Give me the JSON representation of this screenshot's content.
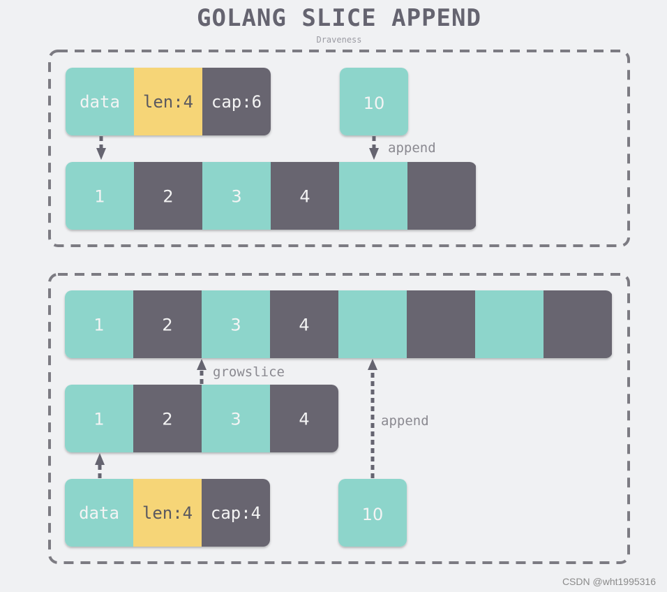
{
  "header": {
    "title": "GOLANG SLICE APPEND",
    "subtitle": "Draveness"
  },
  "colors": {
    "background": "#f0f1f3",
    "teal": "#8dd5cb",
    "dark": "#67656f",
    "yellow": "#f6d577",
    "border": "#7c7b82",
    "arrow": "#656470"
  },
  "top_panel": {
    "slice_header": {
      "data": "data",
      "len": "len:4",
      "cap": "cap:6"
    },
    "new_value": "10",
    "append_label": "append",
    "array_cells": [
      "1",
      "2",
      "3",
      "4",
      "",
      ""
    ]
  },
  "bottom_panel": {
    "grown_array_cells": [
      "1",
      "2",
      "3",
      "4",
      "",
      "",
      "",
      ""
    ],
    "growslice_label": "growslice",
    "old_array_cells": [
      "1",
      "2",
      "3",
      "4"
    ],
    "append_label": "append",
    "slice_header": {
      "data": "data",
      "len": "len:4",
      "cap": "cap:4"
    },
    "new_value": "10"
  },
  "watermark": "CSDN @wht1995316"
}
